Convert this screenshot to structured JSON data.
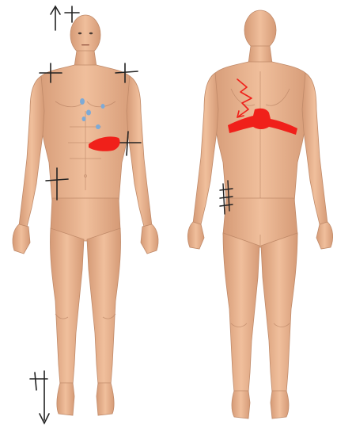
{
  "figures": [
    {
      "view": "front",
      "label": ""
    },
    {
      "view": "back",
      "label": ""
    }
  ],
  "annotations": {
    "front": {
      "cross_marks": [
        "head-top",
        "right-shoulder",
        "left-shoulder",
        "left-ribcage",
        "right-abdomen",
        "right-foot"
      ],
      "arrows": [
        "up-arrow-head",
        "down-arrow-foot"
      ],
      "blue_marks": [
        "chest-center"
      ],
      "red_areas": [
        "upper-left-abdomen"
      ]
    },
    "back": {
      "red_areas": [
        "mid-back-band"
      ],
      "zigzag_arrows": [
        "upper-back-zigzag"
      ],
      "hash_marks": [
        "left-flank"
      ]
    }
  },
  "colors": {
    "background": "#ffffff",
    "skin": "#e8b08c",
    "skin_shadow": "#c98e6c",
    "skin_light": "#f3c9a9",
    "red_mark": "#f0201a",
    "blue_mark": "#78a9d6",
    "ink": "#222222"
  }
}
